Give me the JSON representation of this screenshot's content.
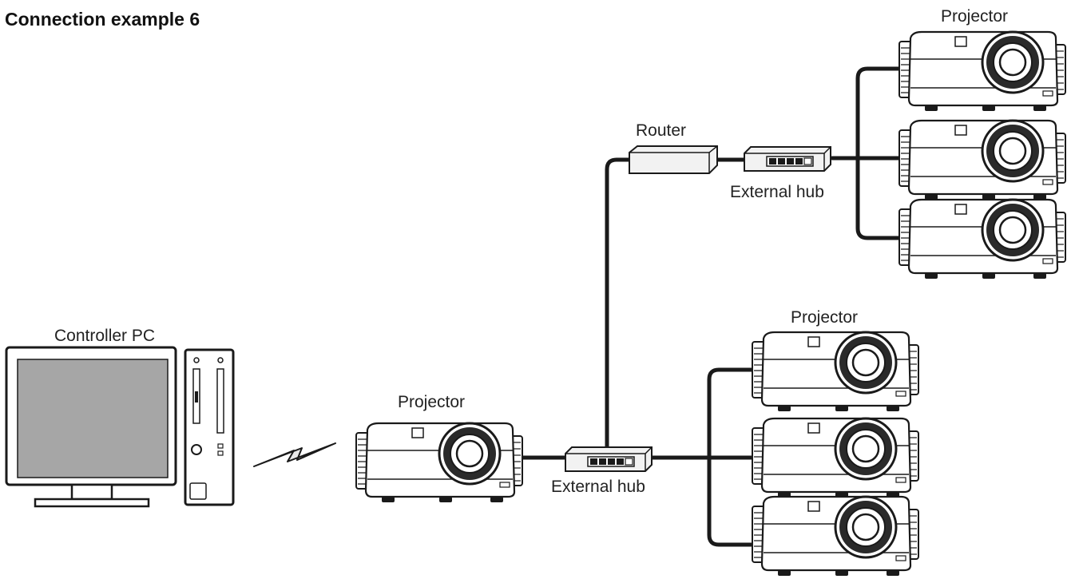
{
  "title": "Connection example 6",
  "labels": {
    "controller_pc": "Controller PC",
    "projector_main": "Projector",
    "external_hub_bottom": "External hub",
    "router": "Router",
    "external_hub_top": "External hub",
    "projector_group_top": "Projector",
    "projector_group_bottom": "Projector"
  },
  "icons": {
    "pc": "desktop-computer-icon",
    "wireless": "wireless-link-icon",
    "projector": "projector-icon",
    "hub": "network-hub-icon",
    "router": "router-icon"
  }
}
